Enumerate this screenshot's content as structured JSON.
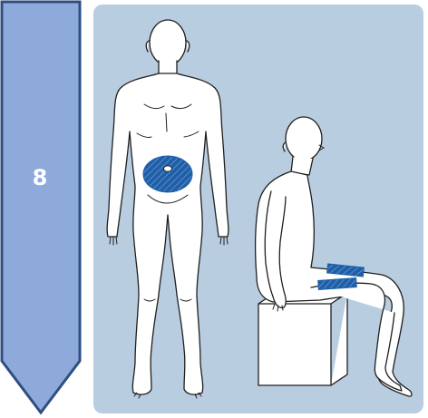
{
  "step": {
    "number": "8",
    "arrow_color": "#8eaadb",
    "arrow_border": "#2f4f80"
  },
  "panel": {
    "background": "#b9cde0",
    "figures": [
      {
        "name": "standing-person",
        "injection_site": "abdomen"
      },
      {
        "name": "seated-person",
        "injection_site": "thigh"
      }
    ],
    "injection_site_color": "#1f5fa8"
  }
}
